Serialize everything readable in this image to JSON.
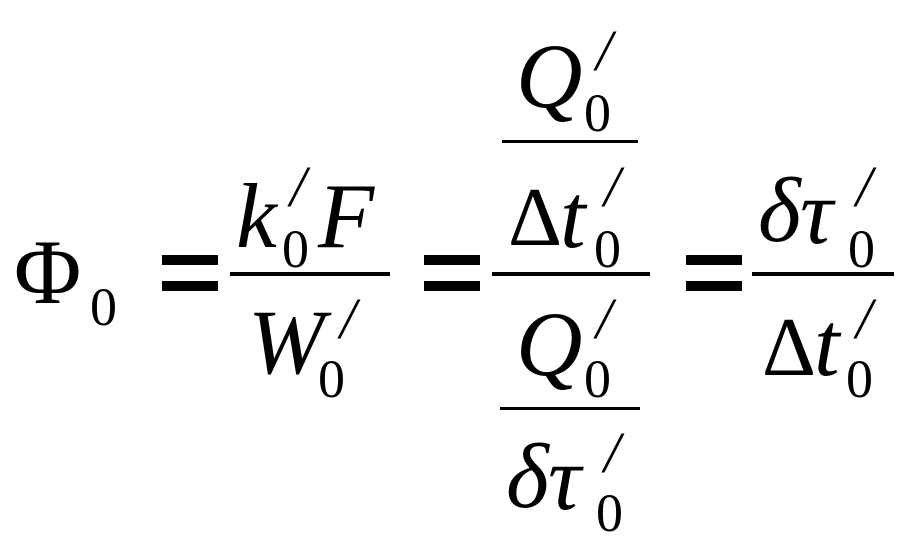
{
  "equation": {
    "lhs": {
      "symbol": "Φ",
      "subscript": "0"
    },
    "equals": "=",
    "term1": {
      "numerator": {
        "k": "k",
        "k_subscript": "0",
        "k_prime": "/",
        "F": "F"
      },
      "denominator": {
        "W": "W",
        "W_subscript": "0",
        "W_prime": "/"
      }
    },
    "term2": {
      "upper_fraction": {
        "numerator": {
          "Q": "Q",
          "Q_subscript": "0",
          "Q_prime": "/"
        },
        "denominator": {
          "delta": "Δ",
          "t": "t",
          "t_subscript": "0",
          "t_prime": "/"
        }
      },
      "lower_fraction": {
        "numerator": {
          "Q": "Q",
          "Q_subscript": "0",
          "Q_prime": "/"
        },
        "denominator": {
          "delta": "δ",
          "tau": "τ",
          "tau_subscript": "0",
          "tau_prime": "/"
        }
      }
    },
    "term3": {
      "numerator": {
        "delta": "δ",
        "tau": "τ",
        "tau_subscript": "0",
        "tau_prime": "/"
      },
      "denominator": {
        "delta": "Δ",
        "t": "t",
        "t_subscript": "0",
        "t_prime": "/"
      }
    }
  }
}
